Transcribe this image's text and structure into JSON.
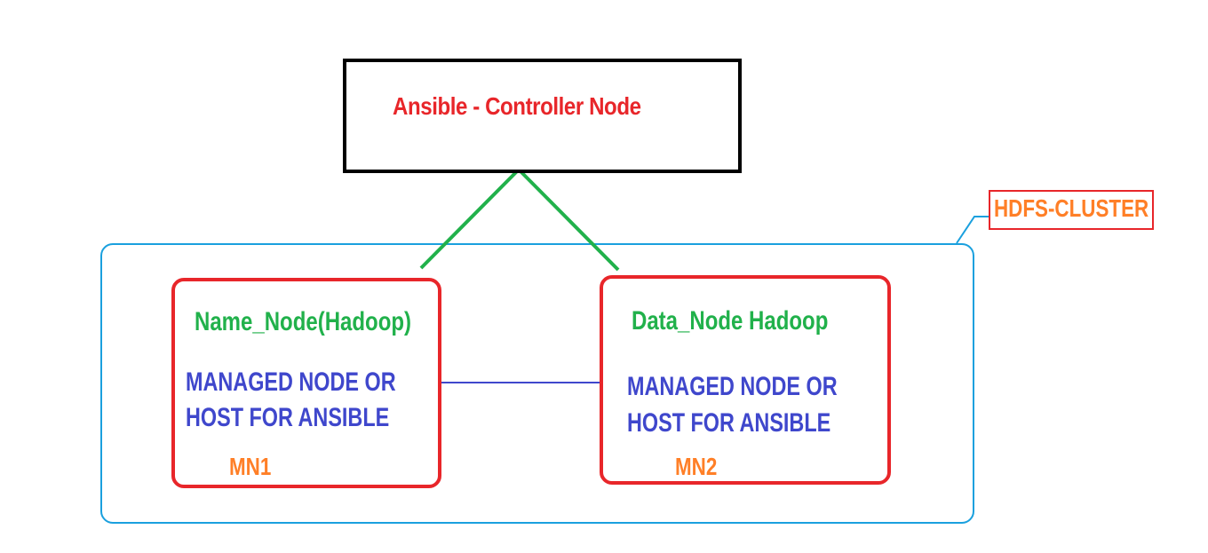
{
  "controller": {
    "title": "Ansible - Controller Node"
  },
  "cluster": {
    "label": "HDFS-CLUSTER"
  },
  "nodes": [
    {
      "title": "Name_Node(Hadoop)",
      "desc_line1": "MANAGED NODE OR",
      "desc_line2": "HOST FOR ANSIBLE",
      "id": "MN1"
    },
    {
      "title": "Data_Node Hadoop",
      "desc_line1": "MANAGED NODE OR",
      "desc_line2": "HOST FOR ANSIBLE",
      "id": "MN2"
    }
  ],
  "colors": {
    "controller_border": "#000000",
    "controller_text": "#e8262a",
    "cluster_border": "#1aa0de",
    "cluster_label_border": "#e8262a",
    "cluster_label_text": "#ff7f27",
    "node_border": "#e8262a",
    "node_title": "#21b14b",
    "node_desc": "#3f47cc",
    "node_id": "#ff7f27",
    "connector_green": "#21b14b",
    "connector_blue": "#3f47cc"
  }
}
